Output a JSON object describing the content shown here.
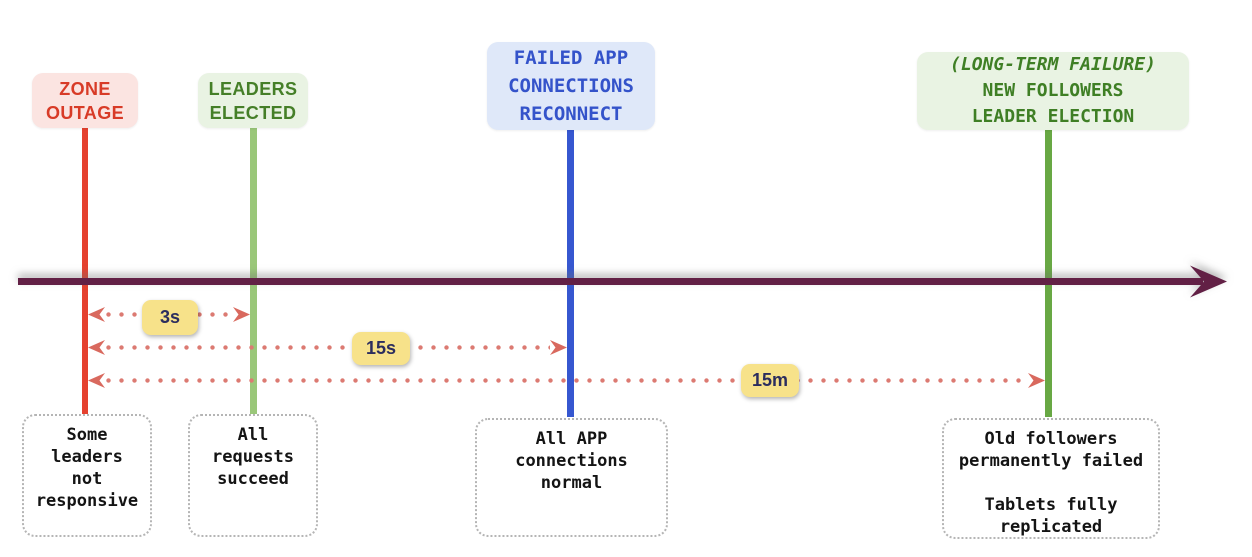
{
  "diagram": {
    "type": "timeline",
    "events": [
      {
        "id": "zone-outage",
        "label": "ZONE\nOUTAGE",
        "note": "Some\nleaders\nnot\nresponsive"
      },
      {
        "id": "leaders-elected",
        "label": "LEADERS\nELECTED",
        "note": "All\nrequests\nsucceed"
      },
      {
        "id": "failed-app-reconnect",
        "label": "FAILED APP\nCONNECTIONS\nRECONNECT",
        "note": "All APP\nconnections\nnormal"
      },
      {
        "id": "long-term-failure",
        "label_prefix": "(LONG-TERM FAILURE)",
        "label": "NEW FOLLOWERS\nLEADER ELECTION",
        "note": "Old followers\npermanently failed\n\nTablets fully\nreplicated"
      }
    ],
    "intervals": [
      {
        "from": "zone-outage",
        "to": "leaders-elected",
        "duration": "3s"
      },
      {
        "from": "zone-outage",
        "to": "failed-app-reconnect",
        "duration": "15s"
      },
      {
        "from": "zone-outage",
        "to": "long-term-failure",
        "duration": "15m"
      }
    ]
  },
  "colors": {
    "timeline": "#622045",
    "zoneStem": "#e5412f",
    "zoneText": "#d83b27",
    "zoneBg": "#fbe4e1",
    "leadersStem": "#9ac779",
    "leadersText": "#457f28",
    "leadersBg": "#e9f3e3",
    "reconnectStem": "#3657d0",
    "reconnectText": "#3453ca",
    "reconnectBg": "#dfe8f9",
    "longtermStem": "#68a844",
    "longtermText": "#3f7f25",
    "longtermBg": "#e9f3e3",
    "interval": "#dc7a72",
    "intervalHead": "#d9695e",
    "badgeBg": "#f7e28a",
    "badgeText": "#2b2d5e",
    "noteBorder": "#b5b5b5",
    "noteText": "#141414"
  }
}
